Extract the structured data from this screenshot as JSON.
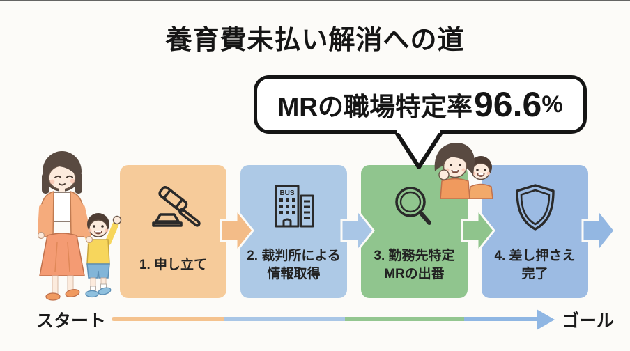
{
  "title": "養育費未払い解消への道",
  "bubble": {
    "label": "MRの職場特定率",
    "value": "96.6",
    "unit": "%"
  },
  "steps": [
    {
      "line1": "1. 申し立て",
      "line2": "",
      "icon": "gavel-icon",
      "box_color": "#F6CB9A",
      "arrow_color": "#F3BC88"
    },
    {
      "line1": "2. 裁判所による",
      "line2": "情報取得",
      "icon": "court-building-icon",
      "icon_text": "BUS",
      "box_color": "#ADC9E6",
      "arrow_color": "#A9C6E6"
    },
    {
      "line1": "3. 勤務先特定",
      "line2": "MRの出番",
      "icon": "magnifier-icon",
      "box_color": "#90C58E",
      "arrow_color": "#8FC48C"
    },
    {
      "line1": "4. 差し押さえ",
      "line2": "完了",
      "icon": "shield-icon",
      "box_color": "#9CBBE3",
      "arrow_color": "#93B7E2"
    }
  ],
  "timeline": {
    "start_label": "スタート",
    "goal_label": "ゴール",
    "segments": [
      {
        "color": "#F4C28E"
      },
      {
        "color": "#A9C6E6"
      },
      {
        "color": "#93C690"
      },
      {
        "color": "#8FB6E3"
      }
    ]
  },
  "colors": {
    "background": "#FCFBF8",
    "bubble_border": "#151515",
    "text": "#1A1A1A",
    "icon_stroke": "#2A2A2A"
  }
}
